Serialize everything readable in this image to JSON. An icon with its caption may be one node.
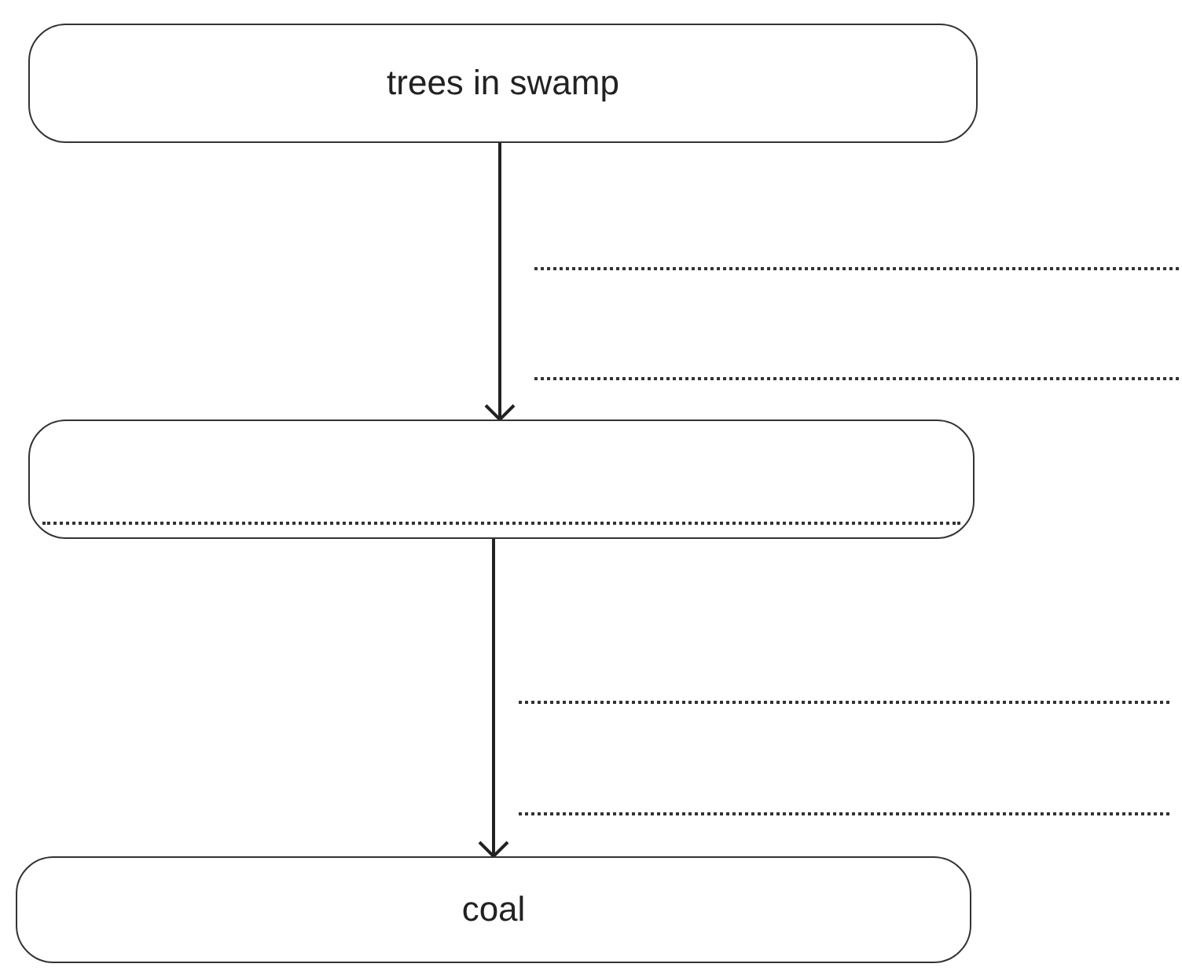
{
  "diagram": {
    "nodes": [
      {
        "text": [
          "trees in swamp"
        ]
      },
      {
        "text": [],
        "shape": "box"
      },
      {
        "text": [
          "coal"
        ]
      }
    ],
    "edges": [
      {
        "from": 0,
        "to": 1,
        "arrow": "to"
      },
      {
        "from": 1,
        "to": 2,
        "arrow": "to"
      }
    ]
  }
}
